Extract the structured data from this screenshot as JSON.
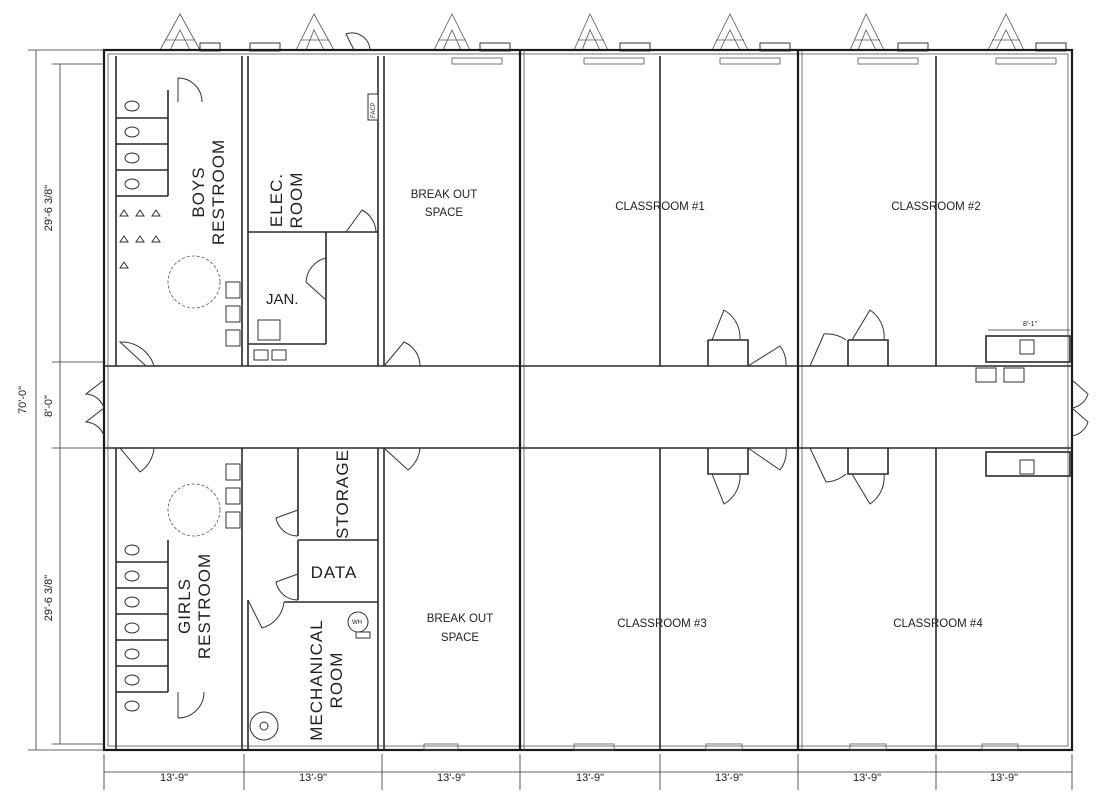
{
  "rooms": {
    "boys_restroom": [
      "BOYS",
      "RESTROOM"
    ],
    "girls_restroom": [
      "GIRLS",
      "RESTROOM"
    ],
    "elec_room": [
      "ELEC.",
      "ROOM"
    ],
    "jan": "JAN.",
    "storage": "STORAGE",
    "data": "DATA",
    "mechanical_room": [
      "MECHANICAL",
      "ROOM"
    ],
    "break_out_top": [
      "BREAK OUT",
      "SPACE"
    ],
    "break_out_bottom": [
      "BREAK OUT",
      "SPACE"
    ],
    "classroom_1": "CLASSROOM #1",
    "classroom_2": "CLASSROOM #2",
    "classroom_3": "CLASSROOM #3",
    "classroom_4": "CLASSROOM #4"
  },
  "tags": {
    "facp": "FACP",
    "wh": "WH"
  },
  "dimensions": {
    "overall_depth": "70'-0\"",
    "upper_depth": "29'-6 3/8\"",
    "corridor": "8'-0\"",
    "lower_depth": "29'-6 3/8\"",
    "counter_width": "8'-1\"",
    "bays": [
      "13'-9\"",
      "13'-9\"",
      "13'-9\"",
      "13'-9\"",
      "13'-9\"",
      "13'-9\"",
      "13'-9\""
    ]
  }
}
